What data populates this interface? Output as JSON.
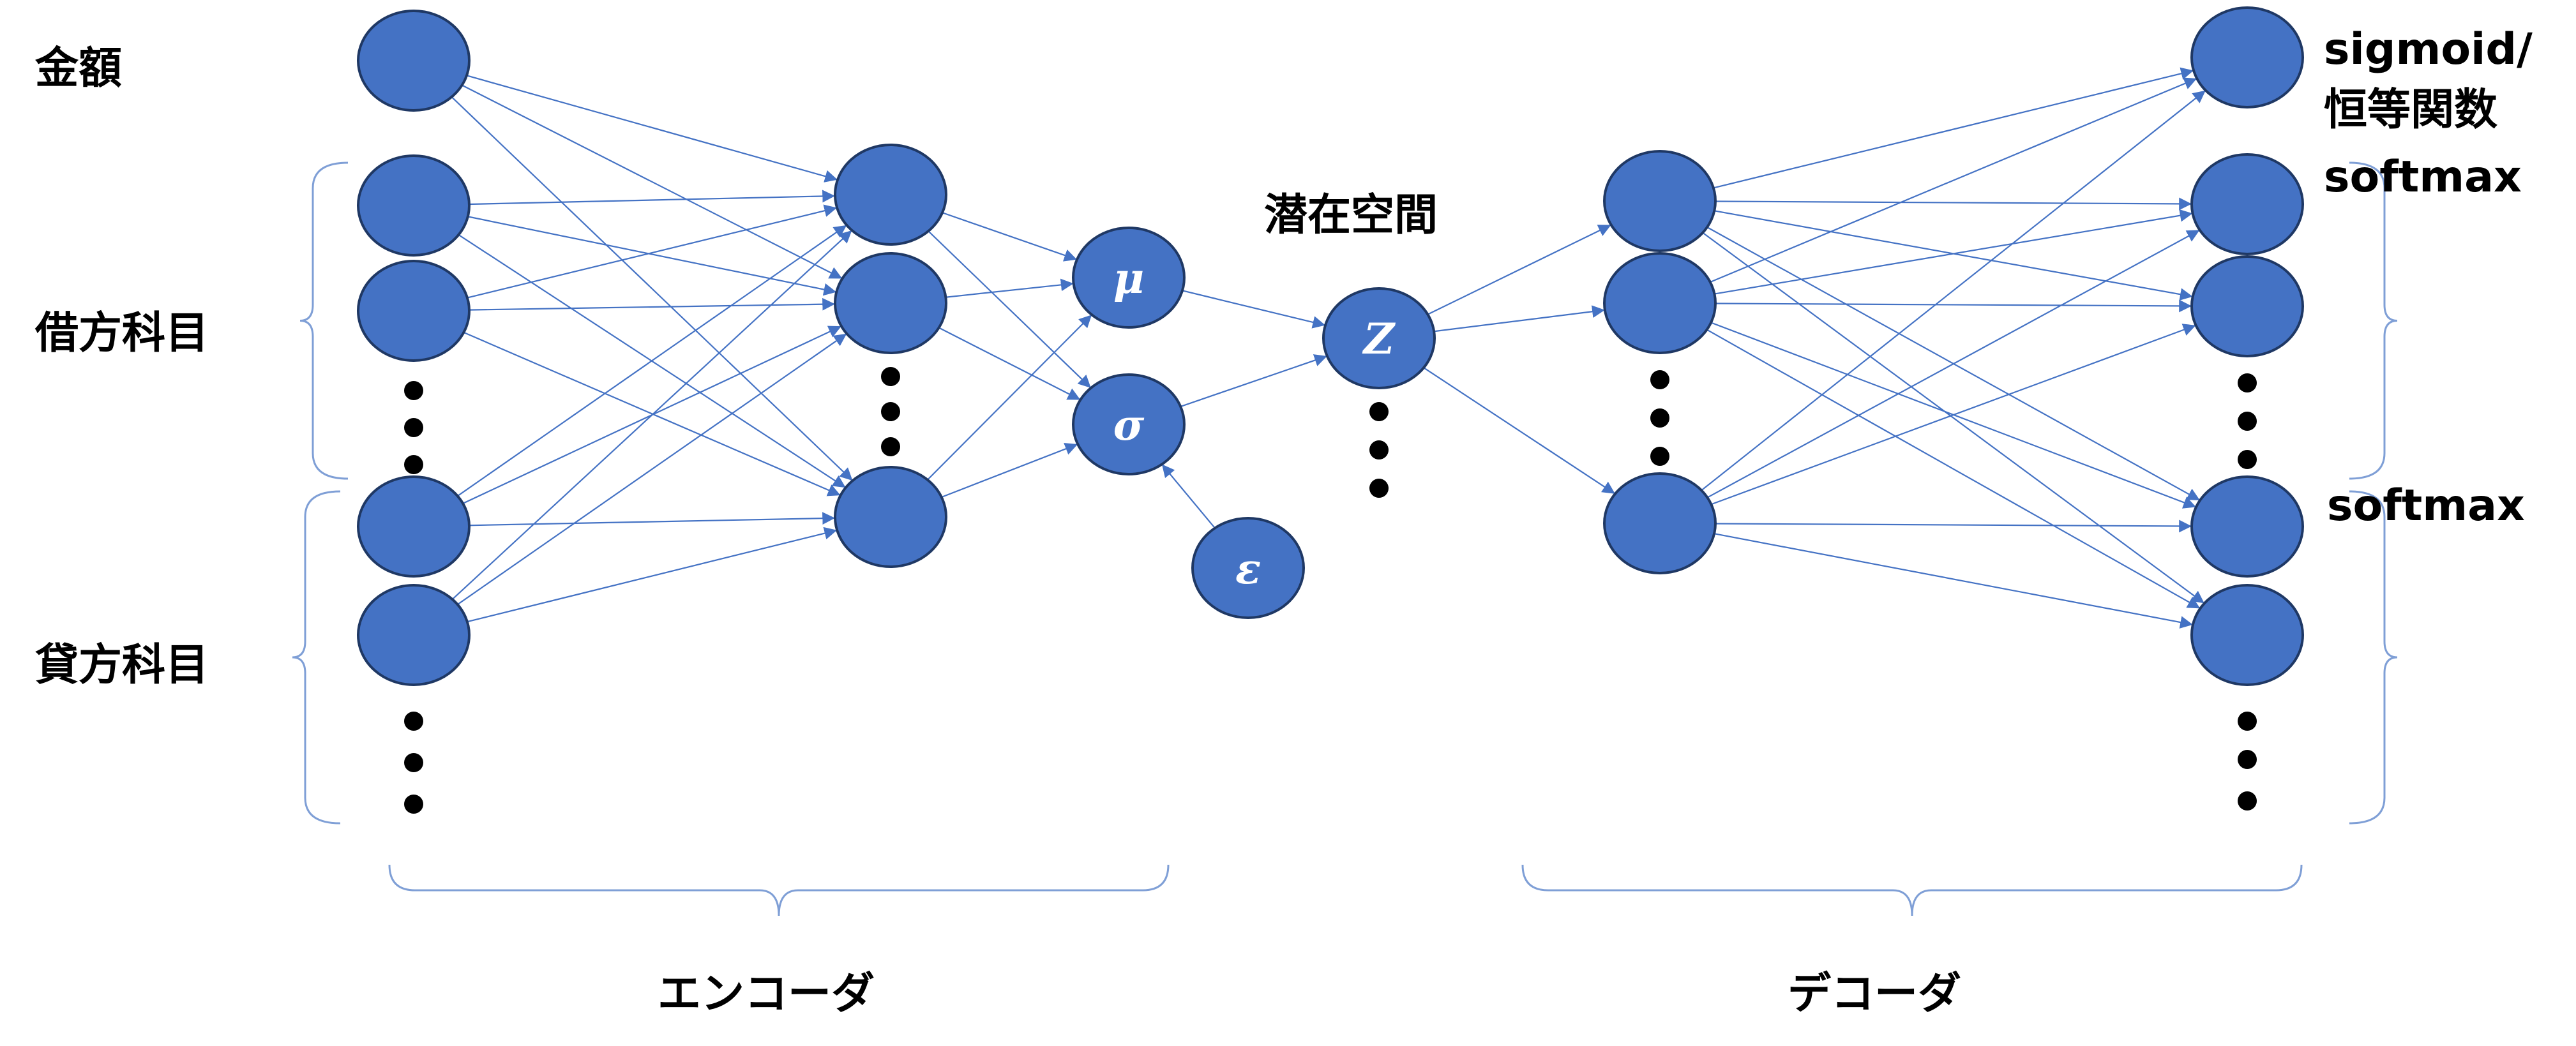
{
  "labels": {
    "amount": "金額",
    "debit_account": "借方科目",
    "credit_account": "貸方科目",
    "latent_space": "潜在空間",
    "encoder": "エンコーダ",
    "decoder": "デコーダ",
    "output_amount_line1": "sigmoid/",
    "output_amount_line2": "恒等関数",
    "output_debit": "softmax",
    "output_credit": "softmax"
  },
  "symbols": {
    "mu": "μ",
    "sigma": "σ",
    "z": "Z",
    "epsilon": "ε"
  },
  "colors": {
    "node_fill": "#4472C4",
    "node_stroke": "#1F3864",
    "edge": "#4472C4",
    "brace": "#7F9FD6"
  }
}
